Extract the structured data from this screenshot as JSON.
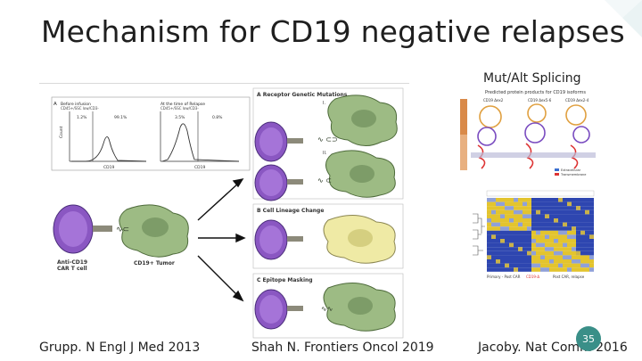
{
  "slide": {
    "title": "Mechanism for CD19 negative relapses",
    "subtitle": "Mut/Alt Splicing",
    "page_number": "35",
    "citations": [
      "Grupp. N Engl J Med 2013",
      "Shah N. Frontiers Oncol 2019",
      "Jacoby. Nat Comm 2016"
    ]
  },
  "flow_figure": {
    "panel_a_header": "A",
    "before_infusion": "Before infusion",
    "before_sub": "CD45+/SSC low/CD3-",
    "at_relapse": "At the time of Relapse",
    "relapse_sub": "CD45+/SSC low/CD3-",
    "left_gate_pct": "1.2%",
    "right_gate_pct": "99.1%",
    "relapse_left_pct": "3.5%",
    "relapse_right_pct": "0.8%",
    "x_axis_label": "CD19",
    "y_axis_label": "Count",
    "mechanism_a": "A  Receptor Genetic Mutations",
    "mechanism_b": "B  Cell Lineage Change",
    "mechanism_c": "C  Epitope Masking",
    "roman_i": "I.",
    "roman_ii": "II.",
    "car_label_line1": "Anti-CD19",
    "car_label_line2": "CAR T cell",
    "tumor_label": "CD19+ Tumor"
  },
  "splice_figure": {
    "header": "Predicted protein products for CD19 isoforms",
    "isoform_1": "CD19 Δex2",
    "isoform_2": "CD19 Δex5-6",
    "isoform_3": "CD19 Δex2-4",
    "legend_1": "Extracellular",
    "legend_2": "Transmembrane"
  },
  "heatmap_figure": {
    "footer_left": "Primary - Post CAR",
    "footer_mid": "CD19-Δ",
    "footer_right": "Post CAR, relapse",
    "cell_color_high": "#e3c42e",
    "cell_color_low": "#2e46b0"
  },
  "colors": {
    "badge": "#3a8f88",
    "car_t_cell": "#8a57c2",
    "tumor_cell": "#9dbb84",
    "lineage_cell": "#efeaa5"
  }
}
